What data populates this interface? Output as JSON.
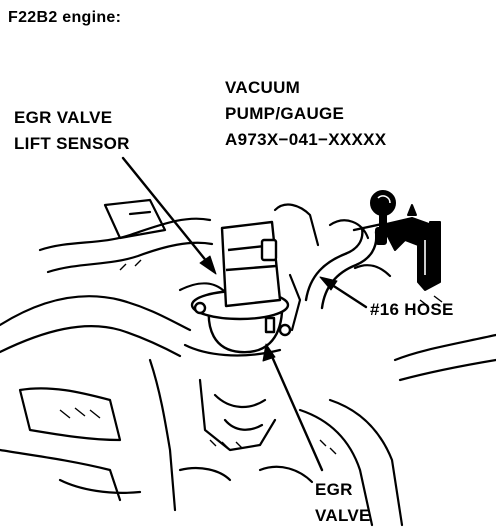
{
  "heading": "F22B2 engine:",
  "labels": {
    "vacuum_line1": "VACUUM",
    "vacuum_line2": "PUMP/GAUGE",
    "vacuum_line3": "A973X−041−XXXXX",
    "egr_lift_line1": "EGR VALVE",
    "egr_lift_line2": "LIFT SENSOR",
    "hose": "#16 HOSE",
    "egr_valve_line1": "EGR",
    "egr_valve_line2": "VALVE"
  },
  "colors": {
    "ink": "#000000",
    "paper": "#ffffff"
  }
}
